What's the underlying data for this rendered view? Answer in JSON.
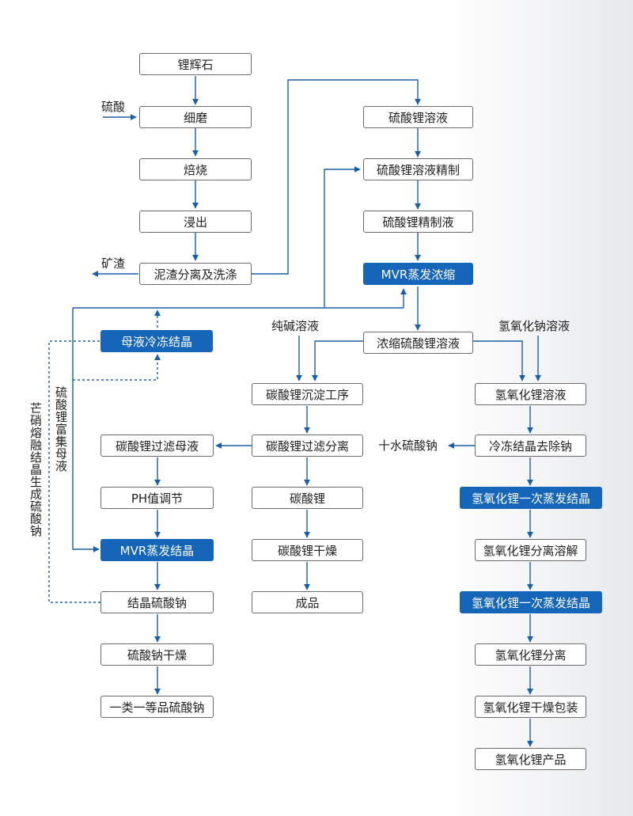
{
  "nodes": {
    "spodumene": "锂辉石",
    "fine_grinding": "细磨",
    "roasting": "焙烧",
    "leaching": "浸出",
    "residue_separation_washing": "泥渣分离及洗涤",
    "li2so4_solution": "硫酸锂溶液",
    "li2so4_refining": "硫酸锂溶液精制",
    "li2so4_refined_solution": "硫酸锂精制液",
    "mvr_concentration": "MVR蒸发浓缩",
    "concentrated_li2so4": "浓缩硫酸锂溶液",
    "mother_liquor_freeze": "母液冷冻结晶",
    "li2co3_precipitation": "碳酸锂沉淀工序",
    "li2co3_filter_separation": "碳酸锂过滤分离",
    "li2co3": "碳酸锂",
    "li2co3_drying": "碳酸锂干燥",
    "finished_product": "成品",
    "li2co3_filtrate": "碳酸锂过滤母液",
    "ph_adjust": "PH值调节",
    "mvr_crystallization": "MVR蒸发结晶",
    "crystal_na2so4": "结晶硫酸钠",
    "na2so4_drying": "硫酸钠干燥",
    "na2so4_grade": "一类一等品硫酸钠",
    "lioh_solution": "氢氧化锂溶液",
    "freeze_na_removal": "冷冻结晶去除钠",
    "lioh_evap_1": "氢氧化锂一次蒸发结晶",
    "lioh_separation_dissolution": "氢氧化锂分离溶解",
    "lioh_evap_2": "氢氧化锂一次蒸发结晶",
    "lioh_separation": "氢氧化锂分离",
    "lioh_drying_packing": "氢氧化锂干燥包装",
    "lioh_product": "氢氧化锂产品"
  },
  "labels": {
    "sulfuric_acid": "硫酸",
    "ore_residue": "矿渣",
    "soda_ash_solution": "纯碱溶液",
    "naoh_solution": "氢氧化钠溶液",
    "decahydrate_na2so4": "十水硫酸钠",
    "glauber_melt_crystal": "芒硝熔融结晶生成硫酸钠",
    "li2so4_rich_mother_liquor": "硫酸锂富集母液"
  },
  "colors": {
    "arrow": "#1a5ea8",
    "highlight_fill": "#1565b8",
    "box_border": "#6a6a6a",
    "text": "#222222"
  }
}
